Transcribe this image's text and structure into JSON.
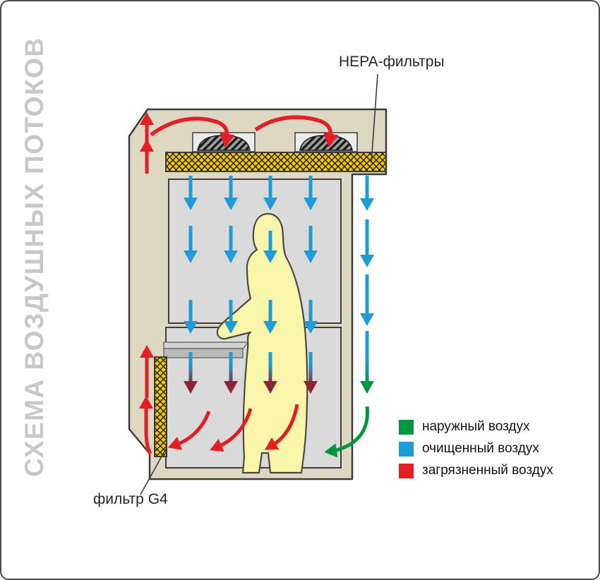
{
  "labels": {
    "scheme_title": "СХЕМА ВОЗДУШНЫХ ПОТОКОВ",
    "hepa_filters": "HEPA-фильтры",
    "g4_filter": "фильтр G4"
  },
  "legend": {
    "items": [
      {
        "name": "outside-air",
        "label": "наружный воздух"
      },
      {
        "name": "clean-air",
        "label": "очищенный воздух"
      },
      {
        "name": "dirty-air",
        "label": "загрязненный воздух"
      }
    ]
  },
  "colors": {
    "outside-air": "#009640",
    "clean-air": "#1f9cd8",
    "dirty-air": "#e31e24",
    "mixed-air": "#8e2433",
    "booth-body": "#ded8c2",
    "chamber": "#dadada",
    "filter-yellow": "#f4c600",
    "person": "#f9f5aa",
    "outline": "#3c3c3c",
    "title-gray": "#c8c8c8",
    "text": "#262626"
  }
}
